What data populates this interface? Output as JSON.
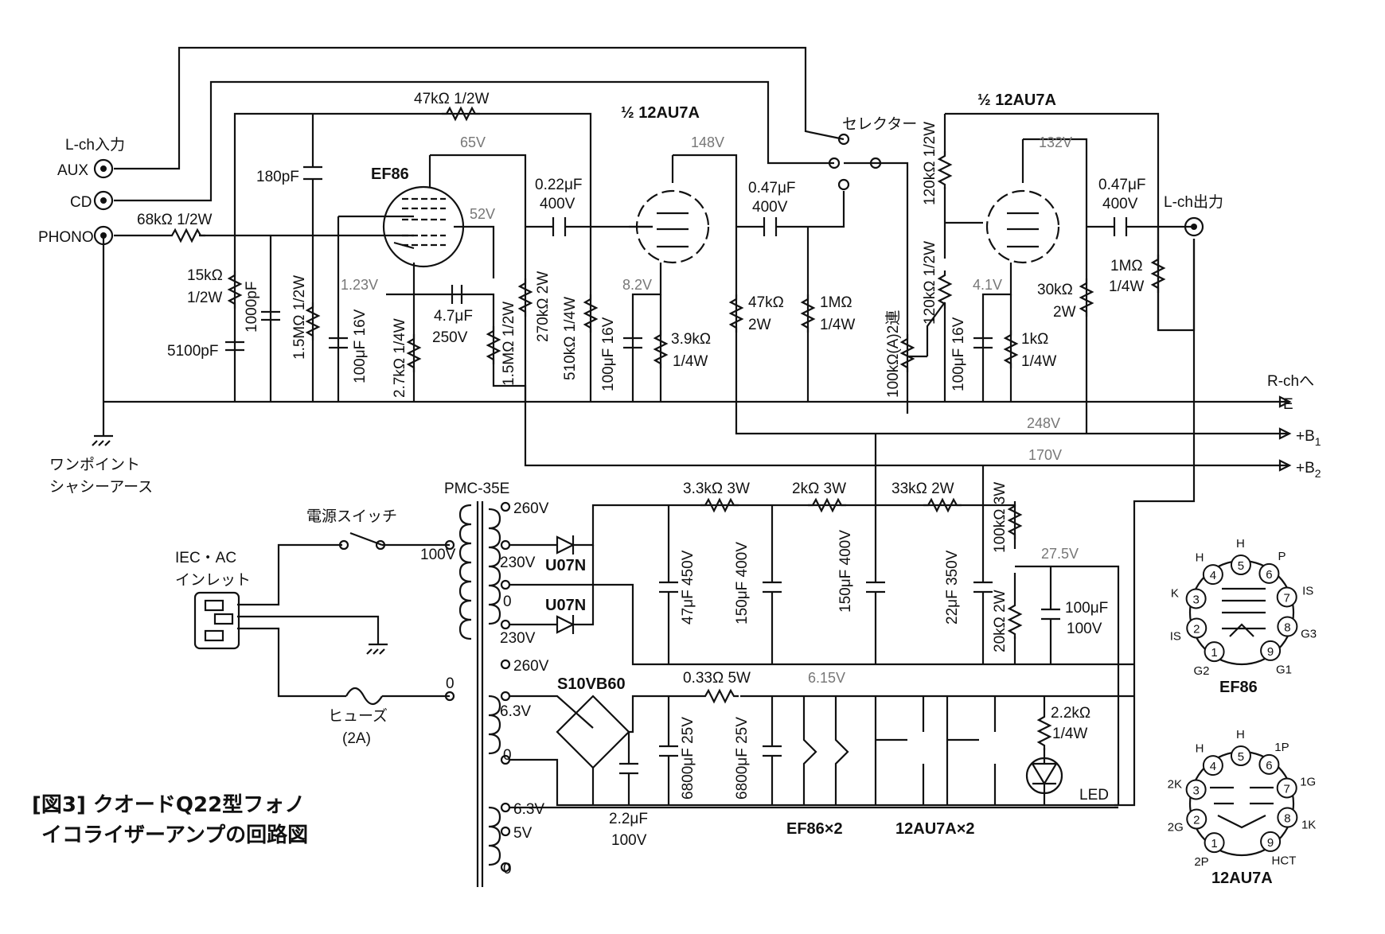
{
  "caption": {
    "line1": "[図3] クオードQ22型フォノ",
    "line2": "イコライザーアンプの回路図"
  },
  "inputs": {
    "title": "L-ch入力",
    "aux": "AUX",
    "cd": "CD",
    "phono": "PHONO"
  },
  "ground": {
    "line1": "ワンポイント",
    "line2": "シャシーアース"
  },
  "output": {
    "label": "L-ch出力",
    "rch": "R-chへ",
    "e": "E",
    "b1": "+B",
    "b1sub": "1",
    "b2": "+B",
    "b2sub": "2"
  },
  "selector": "セレクター",
  "tubes": {
    "ef86": "EF86",
    "v2": "½ 12AU7A",
    "v3": "½ 12AU7A"
  },
  "components": {
    "r47k": "47kΩ 1/2W",
    "c180p": "180pF",
    "r68k": "68kΩ 1/2W",
    "r15k_a": "15kΩ",
    "r15k_b": "1/2W",
    "c5100p": "5100pF",
    "c1000p": "1000pF",
    "r15m_a": "1.5MΩ 1/2W",
    "c100u_16_a": "100μF 16V",
    "r27k": "2.7kΩ 1/4W",
    "c47u_a": "4.7μF",
    "c47u_b": "250V",
    "r15m_b": "1.5MΩ 1/2W",
    "r270k": "270kΩ 2W",
    "c022_a": "0.22μF",
    "c022_b": "400V",
    "r510k": "510kΩ 1/4W",
    "c100u_16_b": "100μF 16V",
    "r39k_a": "3.9kΩ",
    "r39k_b": "1/4W",
    "c047_a": "0.47μF",
    "c047_b": "400V",
    "r47k2_a": "47kΩ",
    "r47k2_b": "2W",
    "r1m_a": "1MΩ",
    "r1m_b": "1/4W",
    "pot": "100kΩ(A)2連",
    "r120k_a": "120kΩ 1/2W",
    "r120k_b": "120kΩ 1/2W",
    "c100u_16_c": "100μF 16V",
    "r1k_a": "1kΩ",
    "r1k_b": "1/4W",
    "r30k_a": "30kΩ",
    "r30k_b": "2W",
    "c047b_a": "0.47μF",
    "c047b_b": "400V",
    "r1m2_a": "1MΩ",
    "r1m2_b": "1/4W",
    "r33k": "3.3kΩ 3W",
    "r2k": "2kΩ 3W",
    "r33k2": "33kΩ 2W",
    "r100k": "100kΩ 3W",
    "c47u450": "47μF 450V",
    "c150u_a": "150μF 400V",
    "c150u_b": "150μF 400V",
    "c22u": "22μF 350V",
    "r20k": "20kΩ 2W",
    "c100u100_a": "100μF",
    "c100u100_b": "100V",
    "r033": "0.33Ω 5W",
    "c6800_a": "6800μF 25V",
    "c6800_b": "6800μF 25V",
    "c22_a": "2.2μF",
    "c22_b": "100V",
    "r22k_a": "2.2kΩ",
    "r22k_b": "1/4W",
    "led": "LED",
    "bridge": "S10VB60",
    "diode": "U07N",
    "fuse_a": "ヒューズ",
    "fuse_b": "(2A)",
    "switch": "電源スイッチ",
    "iec_a": "IEC・AC",
    "iec_b": "インレット",
    "transformer": "PMC-35E",
    "ef86x2": "EF86×2",
    "au7x2": "12AU7A×2"
  },
  "voltages": {
    "v65": "65V",
    "v148": "148V",
    "v52": "52V",
    "v123": "1.23V",
    "v82": "8.2V",
    "v132": "132V",
    "v41": "4.1V",
    "v248": "248V",
    "v170": "170V",
    "v275": "27.5V",
    "v615": "6.15V"
  },
  "taps": {
    "t260a": "260V",
    "t230a": "230V",
    "t0a": "0",
    "t230b": "230V",
    "t260b": "260V",
    "t63a": "6.3V",
    "t0b": "0",
    "t63b": "6.3V",
    "t5": "5V",
    "t0c": "0",
    "p100": "100V",
    "p0": "0"
  },
  "pinouts": {
    "ef86": {
      "name": "EF86",
      "pins": [
        "G2",
        "IS",
        "K",
        "H",
        "H",
        "P",
        "IS",
        "G3",
        "G1"
      ],
      "nums": [
        "1",
        "2",
        "3",
        "4",
        "5",
        "6",
        "7",
        "8",
        "9"
      ]
    },
    "au7": {
      "name": "12AU7A",
      "pins": [
        "2P",
        "2G",
        "2K",
        "H",
        "H",
        "1P",
        "1G",
        "1K",
        "HCT"
      ],
      "nums": [
        "1",
        "2",
        "3",
        "4",
        "5",
        "6",
        "7",
        "8",
        "9"
      ]
    }
  }
}
